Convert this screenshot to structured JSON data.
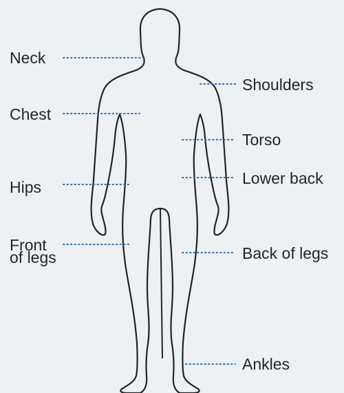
{
  "body_parts": {
    "neck": "Neck",
    "chest": "Chest",
    "hips": "Hips",
    "front_of_legs_line1": "Front",
    "front_of_legs_line2": "of legs",
    "shoulders": "Shoulders",
    "torso": "Torso",
    "lower_back": "Lower back",
    "back_of_legs": "Back of legs",
    "ankles": "Ankles"
  },
  "colors": {
    "background": "#eef1f4",
    "outline": "#1f2428",
    "leader_dots": "#2a6fb0",
    "text": "#1f2428"
  },
  "icons": {
    "figure": "human-body-outline-icon"
  }
}
